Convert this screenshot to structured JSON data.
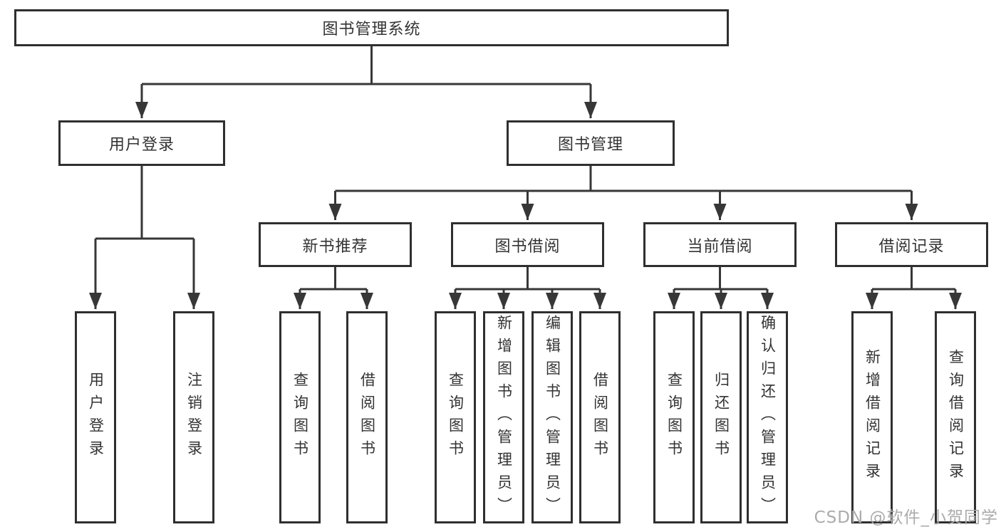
{
  "nodes": {
    "root": "图书管理系统",
    "user_login": "用户登录",
    "book_management": "图书管理",
    "new_book_recommend": "新书推荐",
    "book_borrowing": "图书借阅",
    "current_borrowing": "当前借阅",
    "borrowing_records": "借阅记录",
    "user_login_leaf": "用户登录",
    "logout_leaf": "注销登录",
    "nb_query_books": "查询图书",
    "nb_borrow_books": "借阅图书",
    "bb_query_books": "查询图书",
    "bb_add_books": "新增图书（管理员）",
    "bb_edit_books": "编辑图书（管理员）",
    "bb_borrow_books": "借阅图书",
    "cb_query_books": "查询图书",
    "cb_return_books": "归还图书",
    "cb_confirm_return": "确认归还（管理员）",
    "br_add_record": "新增借阅记录",
    "br_query_record": "查询借阅记录"
  },
  "watermark": "CSDN @软件_小贺同学",
  "colors": {
    "line": "#373737",
    "box_border": "#2f2f2f",
    "box_background": "#ffffff",
    "text": "#333333",
    "watermark": "#ababab",
    "page_background": "#ffffff"
  }
}
